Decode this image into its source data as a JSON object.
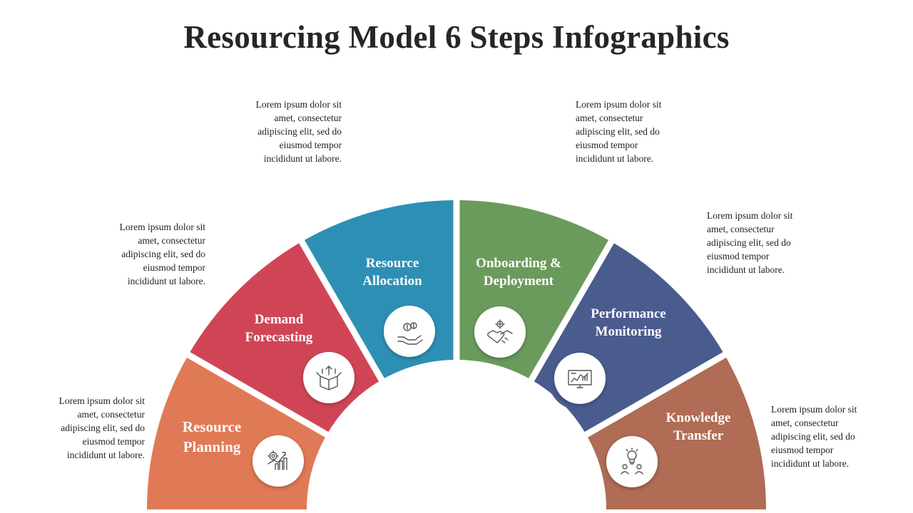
{
  "title": "Resourcing Model 6 Steps Infographics",
  "steps": [
    {
      "name": "Resource Planning",
      "lines": [
        "Resource",
        "Planning"
      ],
      "color": "#E07A56",
      "icon": "gear-growth-chart-icon",
      "description": [
        "Lorem ipsum dolor sit",
        "amet, consectetur",
        "adipiscing elit, sed do",
        "eiusmod tempor",
        "incididunt ut labore."
      ]
    },
    {
      "name": "Demand Forecasting",
      "lines": [
        "Demand",
        "Forecasting"
      ],
      "color": "#D04556",
      "icon": "open-box-icon",
      "description": [
        "Lorem ipsum dolor sit",
        "amet, consectetur",
        "adipiscing elit, sed do",
        "eiusmod tempor",
        "incididunt ut labore."
      ]
    },
    {
      "name": "Resource Allocation",
      "lines": [
        "Resource",
        "Allocation"
      ],
      "color": "#2E8FB4",
      "icon": "hand-coins-icon",
      "description": [
        "Lorem ipsum dolor sit",
        "amet, consectetur",
        "adipiscing elit, sed do",
        "eiusmod tempor",
        "incididunt ut labore."
      ]
    },
    {
      "name": "Onboarding & Deployment",
      "lines": [
        "Onboarding &",
        "Deployment"
      ],
      "color": "#6A9B5C",
      "icon": "handshake-gear-icon",
      "description": [
        "Lorem ipsum dolor sit",
        "amet, consectetur",
        "adipiscing elit, sed do",
        "eiusmod tempor",
        "incididunt ut labore."
      ]
    },
    {
      "name": "Performance Monitoring",
      "lines": [
        "Performance",
        "Monitoring"
      ],
      "color": "#4A5B8E",
      "icon": "monitor-dashboard-icon",
      "description": [
        "Lorem ipsum dolor sit",
        "amet, consectetur",
        "adipiscing elit, sed do",
        "eiusmod tempor",
        "incididunt ut labore."
      ]
    },
    {
      "name": "Knowledge Transfer",
      "lines": [
        "Knowledge",
        "Transfer"
      ],
      "color": "#B06C55",
      "icon": "lightbulb-people-icon",
      "description": [
        "Lorem ipsum dolor sit",
        "amet, consectetur",
        "adipiscing elit, sed do",
        "eiusmod tempor",
        "incididunt ut labore."
      ]
    }
  ]
}
